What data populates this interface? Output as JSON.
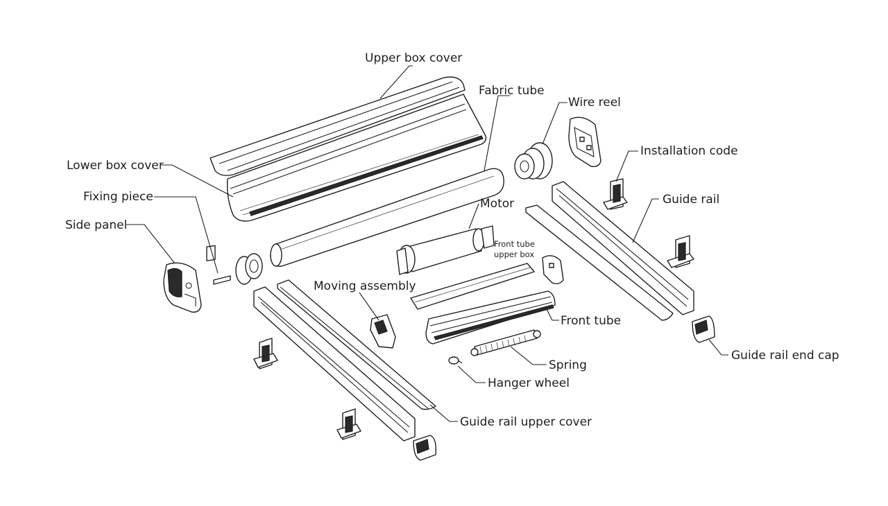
{
  "labels": {
    "upper_box_cover": "Upper box cover",
    "fabric_tube": "Fabric tube",
    "wire_reel": "Wire reel",
    "installation_code": "Installation code",
    "lower_box_cover": "Lower box cover",
    "fixing_piece": "Fixing piece",
    "side_panel": "Side panel",
    "motor": "Motor",
    "front_tube_upper_box_line1": "Front tube",
    "front_tube_upper_box_line2": "upper box",
    "guide_rail": "Guide rail",
    "moving_assembly": "Moving assembly",
    "front_tube": "Front tube",
    "spring": "Spring",
    "hanger_wheel": "Hanger wheel",
    "guide_rail_end_cap": "Guide rail end cap",
    "guide_rail_upper_cover": "Guide rail upper cover"
  }
}
